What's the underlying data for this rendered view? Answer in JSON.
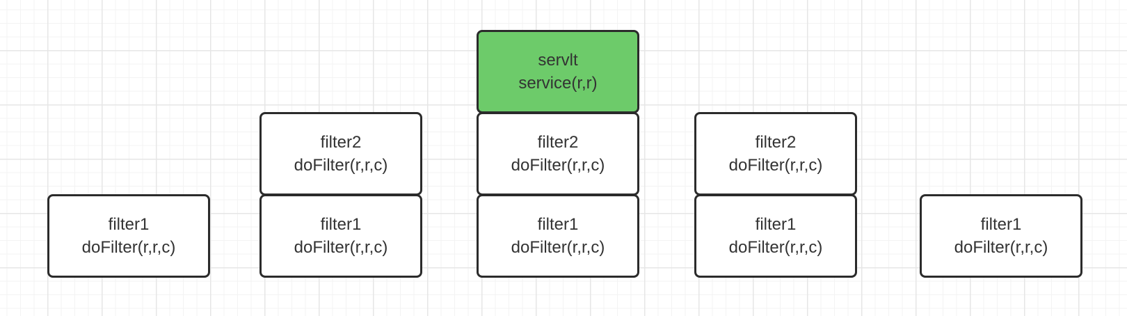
{
  "colors": {
    "servlet_fill": "#6dcb6a",
    "box_fill": "#ffffff",
    "box_border": "#2b2b2b",
    "text": "#333333"
  },
  "columns": [
    {
      "stack": [
        {
          "name": "filter1",
          "method": "doFilter(r,r,c)"
        }
      ]
    },
    {
      "stack": [
        {
          "name": "filter2",
          "method": "doFilter(r,r,c)"
        },
        {
          "name": "filter1",
          "method": "doFilter(r,r,c)"
        }
      ]
    },
    {
      "stack": [
        {
          "name": "servlt",
          "method": "service(r,r)"
        },
        {
          "name": "filter2",
          "method": "doFilter(r,r,c)"
        },
        {
          "name": "filter1",
          "method": "doFilter(r,r,c)"
        }
      ]
    },
    {
      "stack": [
        {
          "name": "filter2",
          "method": "doFilter(r,r,c)"
        },
        {
          "name": "filter1",
          "method": "doFilter(r,r,c)"
        }
      ]
    },
    {
      "stack": [
        {
          "name": "filter1",
          "method": "doFilter(r,r,c)"
        }
      ]
    }
  ]
}
